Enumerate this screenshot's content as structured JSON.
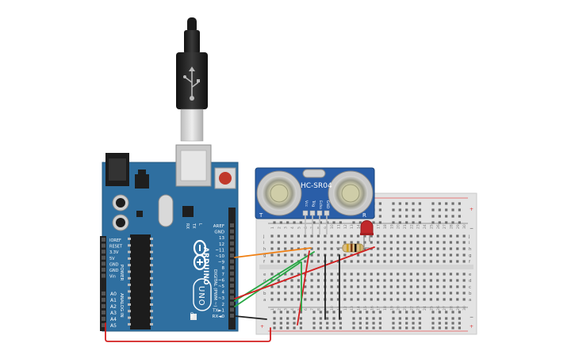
{
  "arduino": {
    "brand": "ARDUINO",
    "model": "UNO",
    "power_label": "POWER",
    "analog_label": "ANALOG IN",
    "digital_label": "DIGITAL (PWM ~)",
    "on_label": "ON",
    "tx_led": "TX",
    "rx_led": "RX",
    "l_led": "L",
    "power_pins": [
      "IOREF",
      "RESET",
      "3.3V",
      "5V",
      "GND",
      "GND",
      "Vin"
    ],
    "analog_pins": [
      "A0",
      "A1",
      "A2",
      "A3",
      "A4",
      "A5"
    ],
    "digital_pins": [
      "AREF",
      "GND",
      "13",
      "12",
      "~11",
      "~10",
      "~9",
      "8",
      "7",
      "~6",
      "~5",
      "4",
      "~3",
      "2",
      "TX►1",
      "RX◄0"
    ]
  },
  "sensor": {
    "label": "HC-SR04",
    "corner_left": "T",
    "corner_right": "R",
    "pins": [
      "Vcc",
      "Trig",
      "Echo",
      "GND"
    ]
  },
  "breadboard": {
    "row_letters_top": [
      "j",
      "i",
      "h",
      "g",
      "f"
    ],
    "row_letters_bottom": [
      "e",
      "d",
      "c",
      "b",
      "a"
    ],
    "column_numbers": [
      "1",
      "2",
      "3",
      "4",
      "5",
      "6",
      "7",
      "8",
      "9",
      "10",
      "11",
      "12",
      "13",
      "14",
      "15",
      "16",
      "17",
      "18",
      "19",
      "20",
      "21",
      "22",
      "23",
      "24",
      "25",
      "26",
      "27",
      "28",
      "29",
      "30"
    ],
    "rail_plus": "+",
    "rail_minus": "−"
  },
  "colors": {
    "board": "#2f6fa0",
    "wire_red": "#d31f1f",
    "wire_green": "#27a844",
    "wire_orange": "#f07f12",
    "wire_black": "#222222",
    "sensor_board": "#2a5ea8",
    "led": "#c0282a"
  }
}
